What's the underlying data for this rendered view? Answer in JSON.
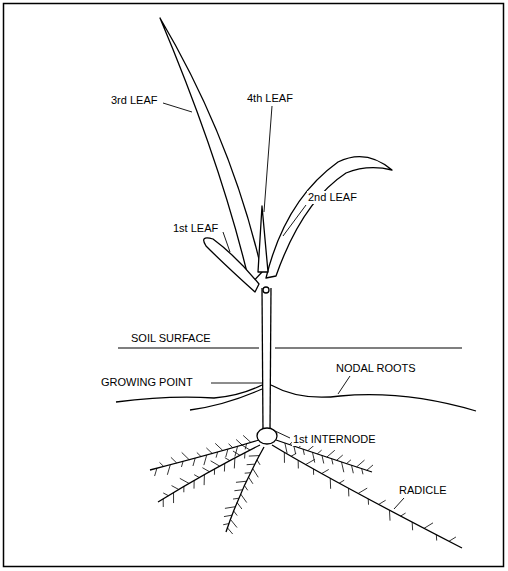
{
  "diagram": {
    "labels": [
      "4th LEAF",
      "3rd LEAF",
      "2nd LEAF",
      "1st LEAF",
      "SOIL SURFACE",
      "NODAL ROOTS",
      "GROWING POINT",
      "1st INTERNODE",
      "RADICLE"
    ]
  }
}
